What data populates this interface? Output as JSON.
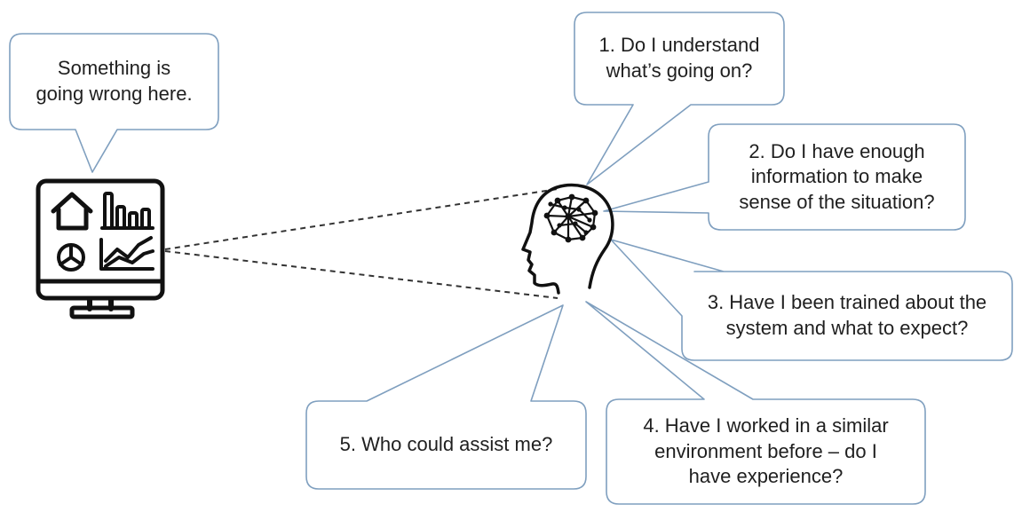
{
  "monitor_bubble": {
    "text": "Something is\ngoing wrong here."
  },
  "questions": [
    {
      "text": "1. Do I understand\nwhat’s going on?"
    },
    {
      "text": "2. Do I have enough\ninformation to make\nsense of the situation?"
    },
    {
      "text": "3. Have I been trained about the\nsystem and what to expect?"
    },
    {
      "text": "4. Have I worked in a similar\nenvironment before – do I\nhave experience?"
    },
    {
      "text": "5. Who could assist me?"
    }
  ],
  "colors": {
    "bubble_border": "#7f9fbf",
    "line": "#333333",
    "icon": "#111111"
  },
  "icons": [
    "monitor-dashboard-icon",
    "house-icon",
    "bar-chart-icon",
    "pie-chart-icon",
    "line-chart-icon",
    "head-brain-network-icon"
  ]
}
